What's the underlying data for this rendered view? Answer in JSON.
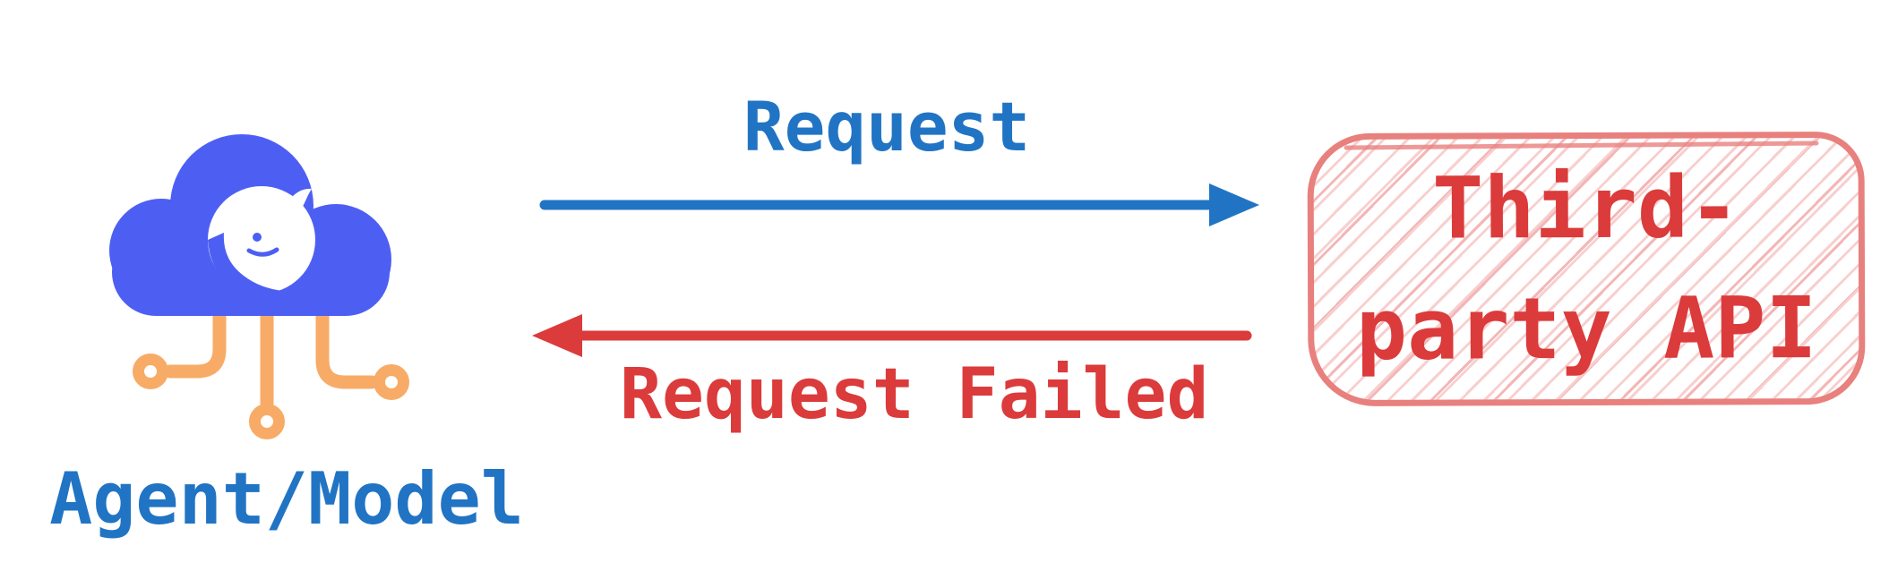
{
  "diagram": {
    "agent": {
      "label": "Agent/Model",
      "icon": "cloud-whale-circuit-icon"
    },
    "request_arrow": {
      "label": "Request",
      "direction": "left-to-right",
      "color": "#2174C4"
    },
    "failed_arrow": {
      "label": "Request Failed",
      "direction": "right-to-left",
      "color": "#DB3B3B"
    },
    "api_box": {
      "label_line1": "Third-",
      "label_line2": "party API",
      "text_color": "#DB3B3B",
      "border_color": "#E8807E",
      "hatch_color": "#F6C5C5"
    },
    "colors": {
      "text_blue": "#2174C4",
      "cloud_blue": "#4D5FF3",
      "circuit_orange": "#F8AB66",
      "red": "#DB3B3B"
    }
  }
}
